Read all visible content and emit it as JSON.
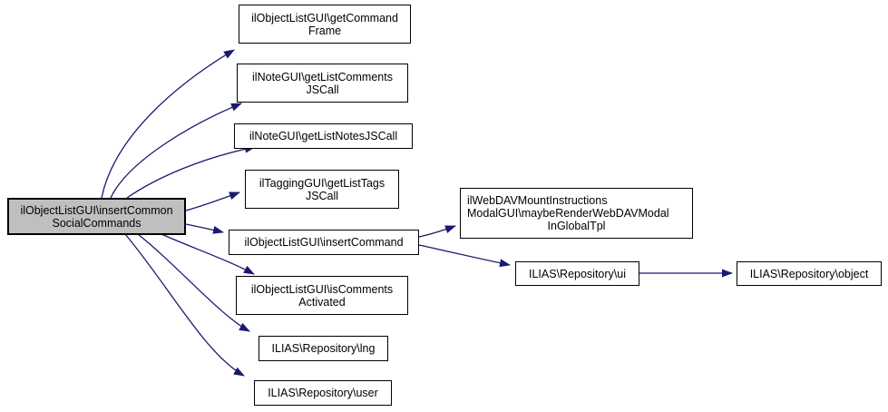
{
  "diagram": {
    "kind": "doxygen-call-graph",
    "background_color": "#ffffff",
    "edge_color": "#191970",
    "node_fill_color": "#ffffff",
    "node_border_color": "#000000",
    "highlight_fill_color": "#bfbfbf",
    "text_color": "#000000"
  },
  "nodes": [
    {
      "id": "insertCommonSocialCommands",
      "highlighted": true,
      "lines": [
        "ilObjectListGUI\\insertCommon",
        "SocialCommands"
      ]
    },
    {
      "id": "getCommandFrame",
      "highlighted": false,
      "lines": [
        "ilObjectListGUI\\getCommand",
        "Frame"
      ]
    },
    {
      "id": "getListCommentsJSCall",
      "highlighted": false,
      "lines": [
        "ilNoteGUI\\getListComments",
        "JSCall"
      ]
    },
    {
      "id": "getListNotesJSCall",
      "highlighted": false,
      "lines": [
        "ilNoteGUI\\getListNotesJSCall"
      ]
    },
    {
      "id": "getListTagsJSCall",
      "highlighted": false,
      "lines": [
        "ilTaggingGUI\\getListTags",
        "JSCall"
      ]
    },
    {
      "id": "insertCommand",
      "highlighted": false,
      "lines": [
        "ilObjectListGUI\\insertCommand"
      ]
    },
    {
      "id": "isCommentsActivated",
      "highlighted": false,
      "lines": [
        "ilObjectListGUI\\isComments",
        "Activated"
      ]
    },
    {
      "id": "lng",
      "highlighted": false,
      "lines": [
        "ILIAS\\Repository\\lng"
      ]
    },
    {
      "id": "user",
      "highlighted": false,
      "lines": [
        "ILIAS\\Repository\\user"
      ]
    },
    {
      "id": "maybeRenderWebDAVModalInGlobalTpl",
      "highlighted": false,
      "lines": [
        "ilWebDAVMountInstructions",
        "ModalGUI\\maybeRenderWebDAVModal",
        "InGlobalTpl"
      ]
    },
    {
      "id": "ui",
      "highlighted": false,
      "lines": [
        "ILIAS\\Repository\\ui"
      ]
    },
    {
      "id": "object",
      "highlighted": false,
      "lines": [
        "ILIAS\\Repository\\object"
      ]
    }
  ],
  "edges": [
    {
      "from": "insertCommonSocialCommands",
      "to": "getCommandFrame"
    },
    {
      "from": "insertCommonSocialCommands",
      "to": "getListCommentsJSCall"
    },
    {
      "from": "insertCommonSocialCommands",
      "to": "getListNotesJSCall"
    },
    {
      "from": "insertCommonSocialCommands",
      "to": "getListTagsJSCall"
    },
    {
      "from": "insertCommonSocialCommands",
      "to": "insertCommand"
    },
    {
      "from": "insertCommonSocialCommands",
      "to": "isCommentsActivated"
    },
    {
      "from": "insertCommonSocialCommands",
      "to": "lng"
    },
    {
      "from": "insertCommonSocialCommands",
      "to": "user"
    },
    {
      "from": "insertCommand",
      "to": "maybeRenderWebDAVModalInGlobalTpl"
    },
    {
      "from": "insertCommand",
      "to": "ui"
    },
    {
      "from": "ui",
      "to": "object"
    }
  ]
}
